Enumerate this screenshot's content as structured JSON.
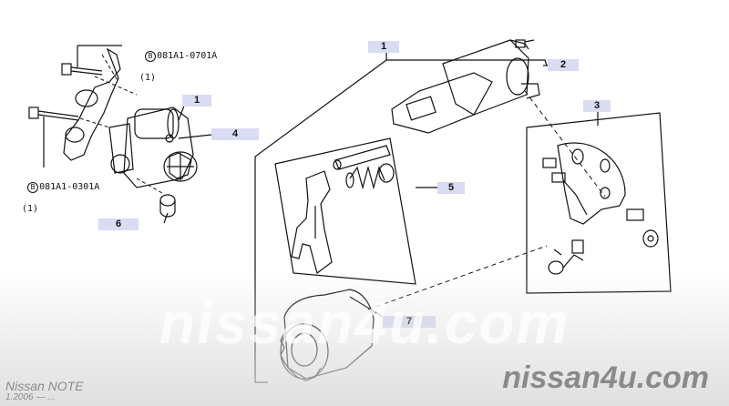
{
  "diagram": {
    "part_refs": [
      {
        "code": "081A1-0701A",
        "qty": "(1)"
      },
      {
        "code": "081A1-0301A",
        "qty": "(1)"
      }
    ],
    "callouts": [
      "1",
      "1",
      "2",
      "3",
      "4",
      "5",
      "6",
      "7"
    ],
    "bolt_symbol": "B"
  },
  "watermark": {
    "center": "nissan4u.com",
    "corner": "nissan4u.com"
  },
  "footer": {
    "model": "Nissan NOTE",
    "period": "1.2006 — ..."
  },
  "colors": {
    "callout_bg": "#d9dcf2",
    "line": "#111111",
    "watermark": "#8a8a8a"
  }
}
